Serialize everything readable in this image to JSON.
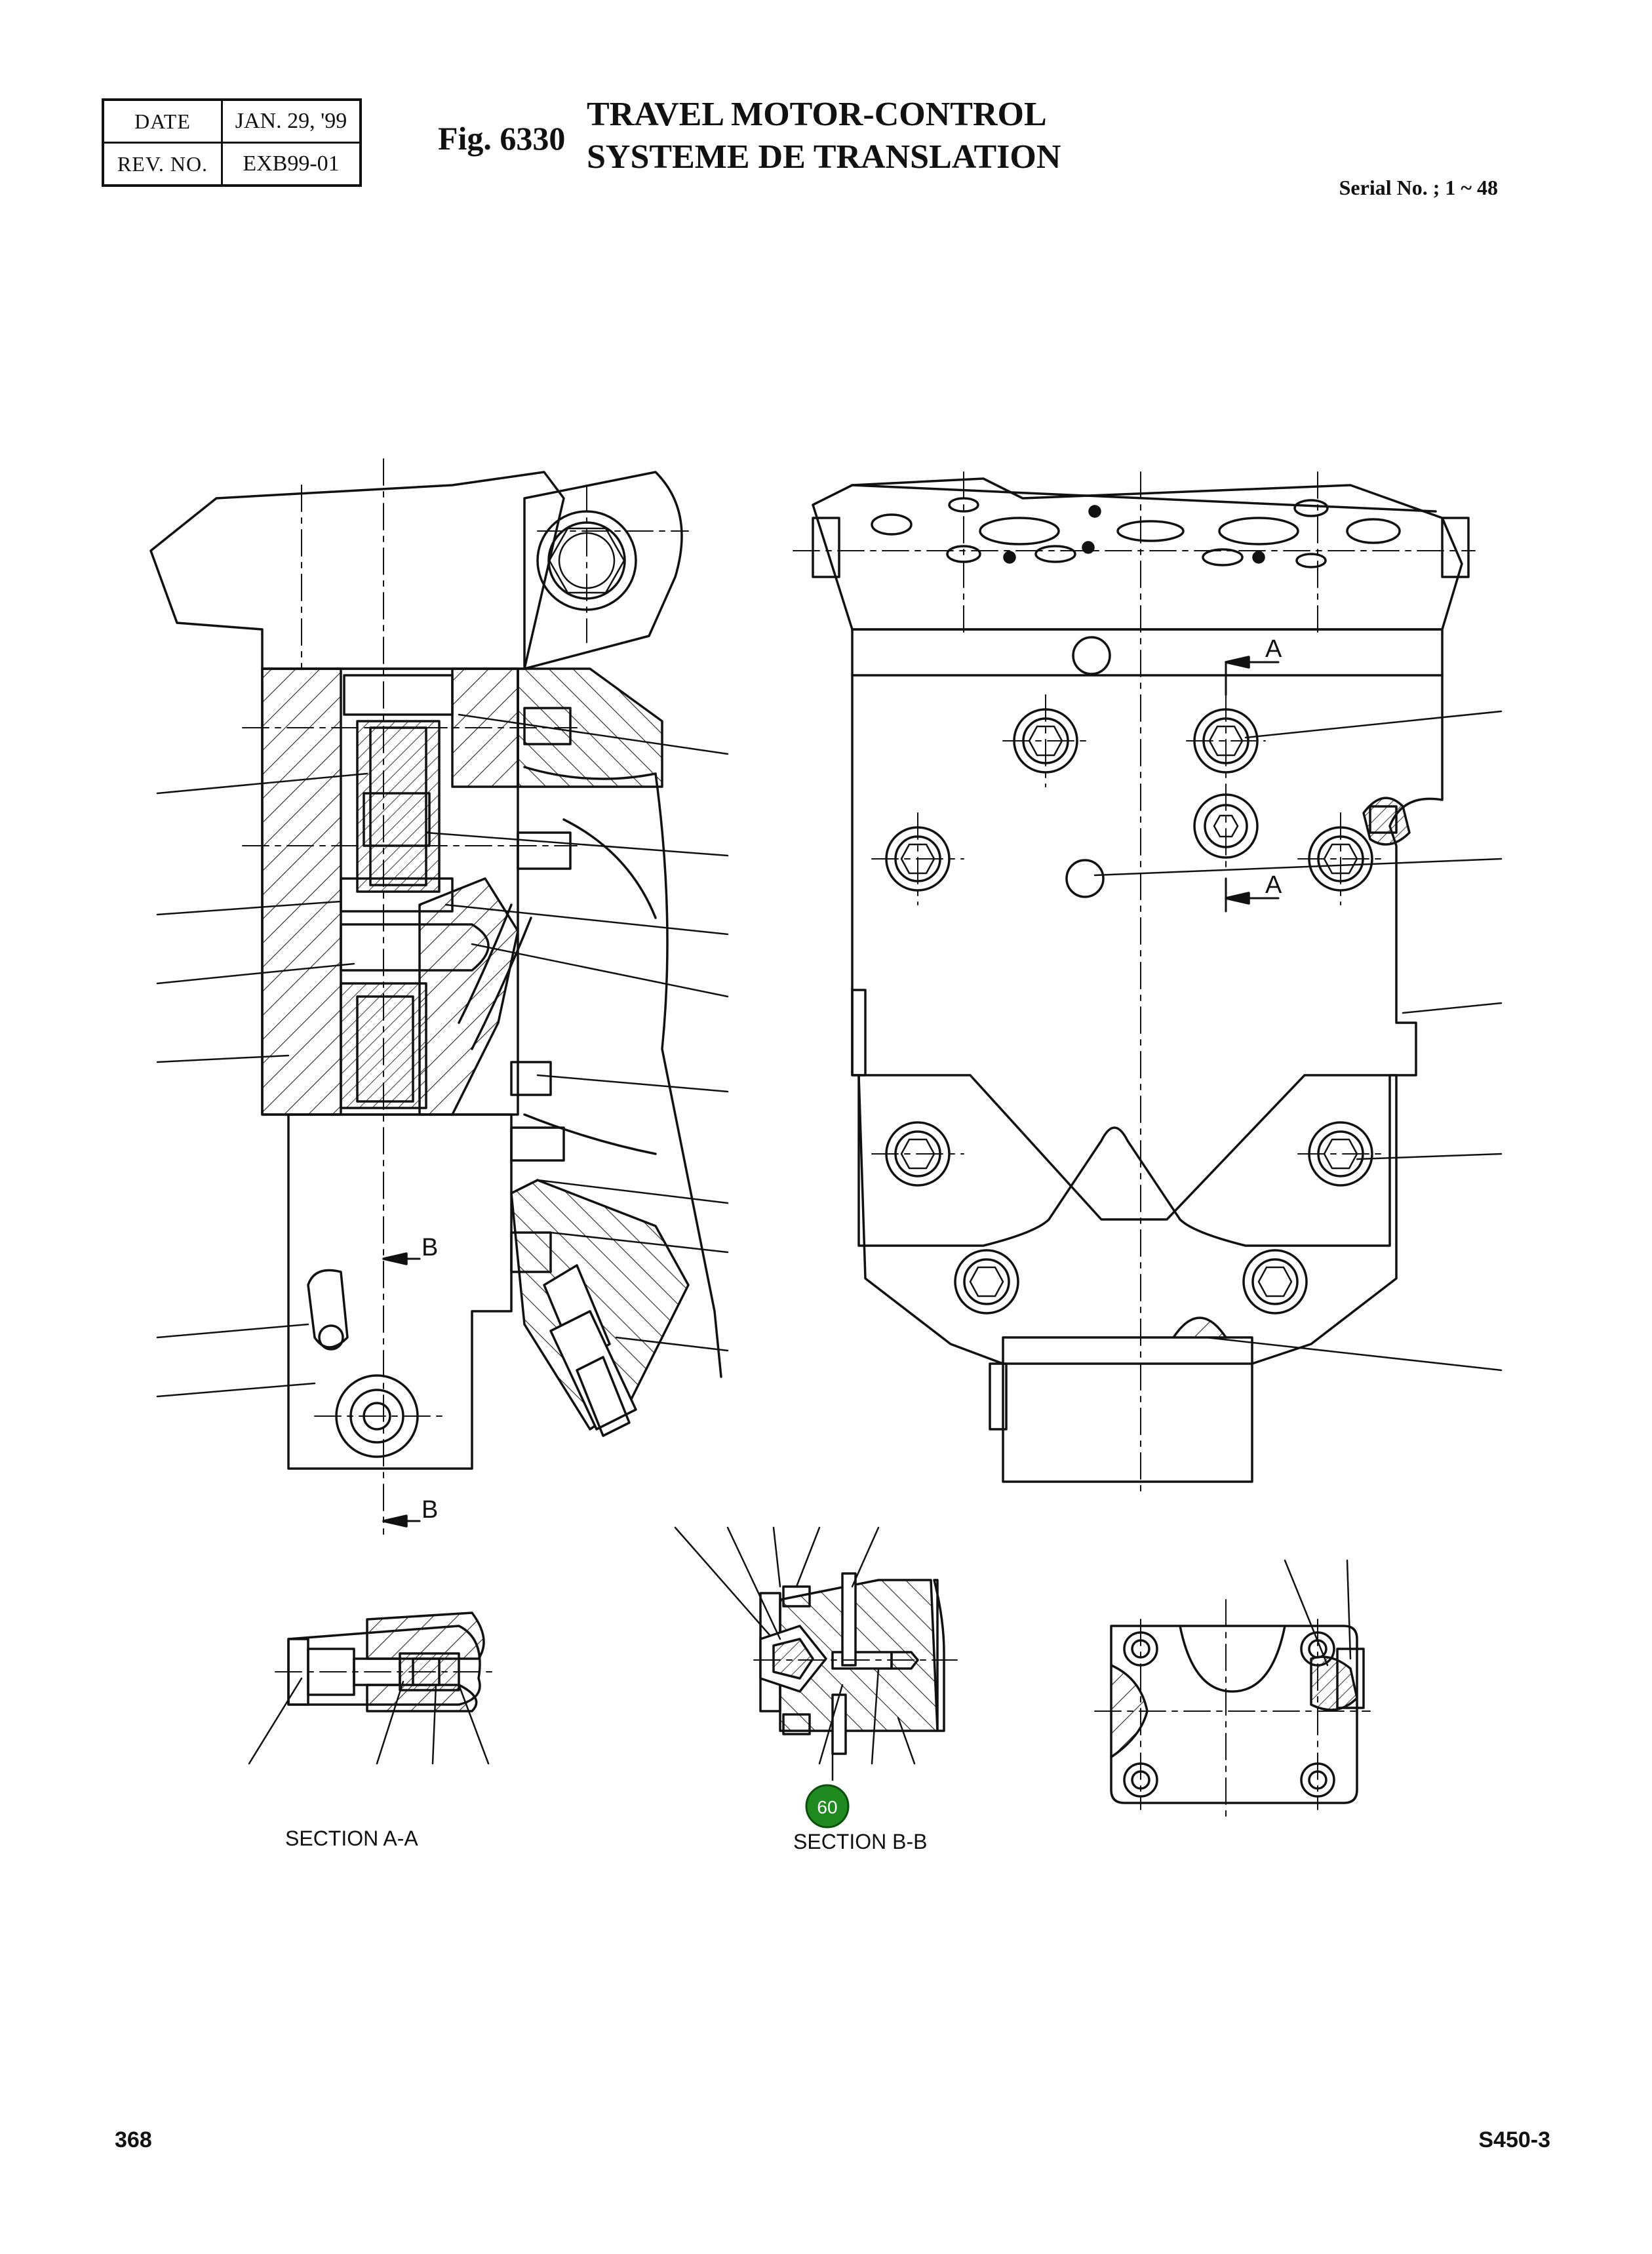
{
  "header": {
    "date_label": "DATE",
    "date_value": "JAN. 29, '99",
    "rev_label": "REV. NO.",
    "rev_value": "EXB99-01",
    "fig_number": "Fig. 6330",
    "title_en": "TRAVEL MOTOR-CONTROL",
    "title_fr": "SYSTEME DE TRANSLATION",
    "serial": "Serial No. ; 1 ~ 48"
  },
  "drawing": {
    "section_marks": {
      "a": "A",
      "b": "B"
    },
    "section_aa_label": "SECTION  A-A",
    "section_bb_label": "SECTION  B-B",
    "callout": {
      "label": "60",
      "color": "#1f8a1f"
    }
  },
  "footer": {
    "page_number": "368",
    "model": "S450-3"
  }
}
